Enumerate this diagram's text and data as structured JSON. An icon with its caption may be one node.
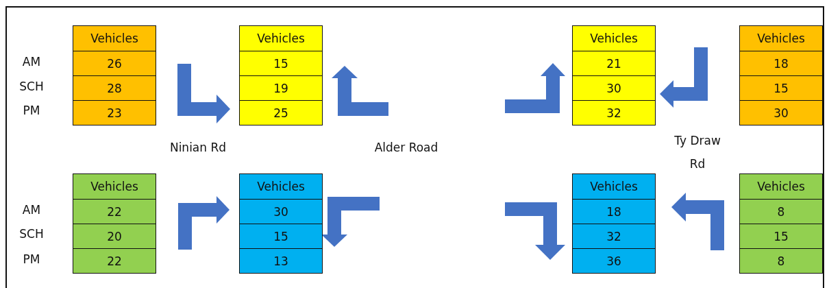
{
  "diagram": {
    "nodes": [
      {
        "text": [
          "Vehicles",
          "26",
          "28",
          "23"
        ]
      },
      {
        "text": [
          "Vehicles",
          "15",
          "19",
          "25"
        ]
      },
      {
        "text": [
          "Vehicles",
          "21",
          "30",
          "32"
        ]
      },
      {
        "text": [
          "Vehicles",
          "18",
          "15",
          "30"
        ]
      },
      {
        "text": [
          "Vehicles",
          "22",
          "20",
          "22"
        ]
      },
      {
        "text": [
          "Vehicles",
          "30",
          "15",
          "13"
        ]
      },
      {
        "text": [
          "Vehicles",
          "18",
          "32",
          "36"
        ]
      },
      {
        "text": [
          "Vehicles",
          "8",
          "15",
          "8"
        ]
      }
    ],
    "labels": [
      "AM",
      "SCH",
      "PM",
      "Ninian Rd",
      "Alder Road",
      "Ty Draw Rd",
      "AM",
      "SCH",
      "PM"
    ]
  }
}
